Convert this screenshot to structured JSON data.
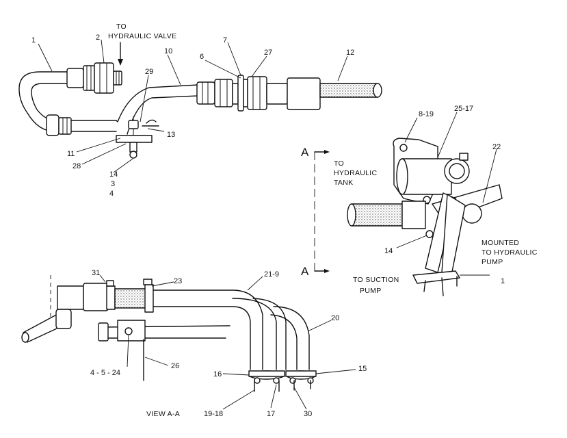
{
  "callouts": {
    "c1": "1",
    "c2": "2",
    "c10": "10",
    "c6": "6",
    "c7": "7",
    "c27": "27",
    "c12": "12",
    "c29": "29",
    "c13": "13",
    "c11": "11",
    "c28": "28",
    "c14": "14",
    "c3": "3",
    "c4": "4",
    "c8_19": "8-19",
    "c25_17": "25-17",
    "c22": "22",
    "c14b": "14",
    "c1b": "1",
    "c31": "31",
    "c23": "23",
    "c21_9": "21-9",
    "c20": "20",
    "c4_5_24": "4 - 5 - 24",
    "c26": "26",
    "c16": "16",
    "c15": "15",
    "c19_18": "19-18",
    "c17": "17",
    "c30": "30"
  },
  "texts": {
    "to_hyd_valve_1": "TO",
    "to_hyd_valve_2": "HYDRAULIC VALVE",
    "to_hyd_tank_1": "TO",
    "to_hyd_tank_2": "HYDRAULIC",
    "to_hyd_tank_3": "TANK",
    "mounted_1": "MOUNTED",
    "mounted_2": "TO HYDRAULIC",
    "mounted_3": "PUMP",
    "to_suction_1": "TO SUCTION",
    "to_suction_2": "PUMP",
    "section_a_top": "A",
    "section_a_bottom": "A",
    "view_caption": "VIEW A-A"
  }
}
